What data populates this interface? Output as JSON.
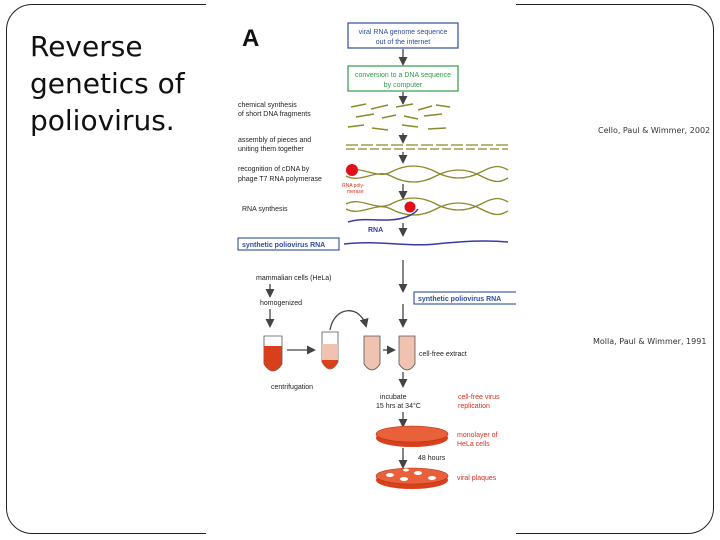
{
  "slide": {
    "title": "Reverse genetics of poliovirus."
  },
  "citations": {
    "top": "Cello, Paul & Wimmer, 2002",
    "bottom": "Molla, Paul & Wimmer, 1991"
  },
  "figure": {
    "panel_letter": "A",
    "box_genome_line1": "viral RNA genome sequence",
    "box_genome_line2": "out of the internet",
    "box_dna_line1": "conversion to a DNA sequence",
    "box_dna_line2": "by computer",
    "step_chem_line1": "chemical synthesis",
    "step_chem_line2": "of short DNA fragments",
    "step_assembly_line1": "assembly of pieces and",
    "step_assembly_line2": "uniting them together",
    "step_recognition_line1": "recognition of cDNA by",
    "step_recognition_line2": "phage T7 RNA polymerase",
    "polymerase_line1": "RNA poly-",
    "polymerase_line2": "merase",
    "step_rna_synthesis": "RNA synthesis",
    "rna_label": "RNA",
    "synthetic_rna_left": "synthetic poliovirus RNA",
    "mammalian_cells": "mammalian cells (HeLa)",
    "homogenized": "homogenized",
    "synthetic_rna_right": "synthetic poliovirus RNA",
    "centrifugation": "centrifugation",
    "cell_free_extract": "cell-free extract",
    "incubate_line1": "incubate",
    "incubate_line2": "15 hrs at 34°C",
    "cell_free_replication_line1": "cell-free virus",
    "cell_free_replication_line2": "replication",
    "monolayer_line1": "monolayer of",
    "monolayer_line2": "HeLa cells",
    "hours": "48 hours",
    "viral_plaques": "viral plaques"
  },
  "colors": {
    "box_blue": "#2e4d9e",
    "box_green": "#2f9b45",
    "dna_olive": "#8a8a2a",
    "rna_blue": "#3a3aa8",
    "polymerase_red": "#e0101a",
    "tube_red": "#d8401c",
    "label_red": "#d8301c"
  }
}
